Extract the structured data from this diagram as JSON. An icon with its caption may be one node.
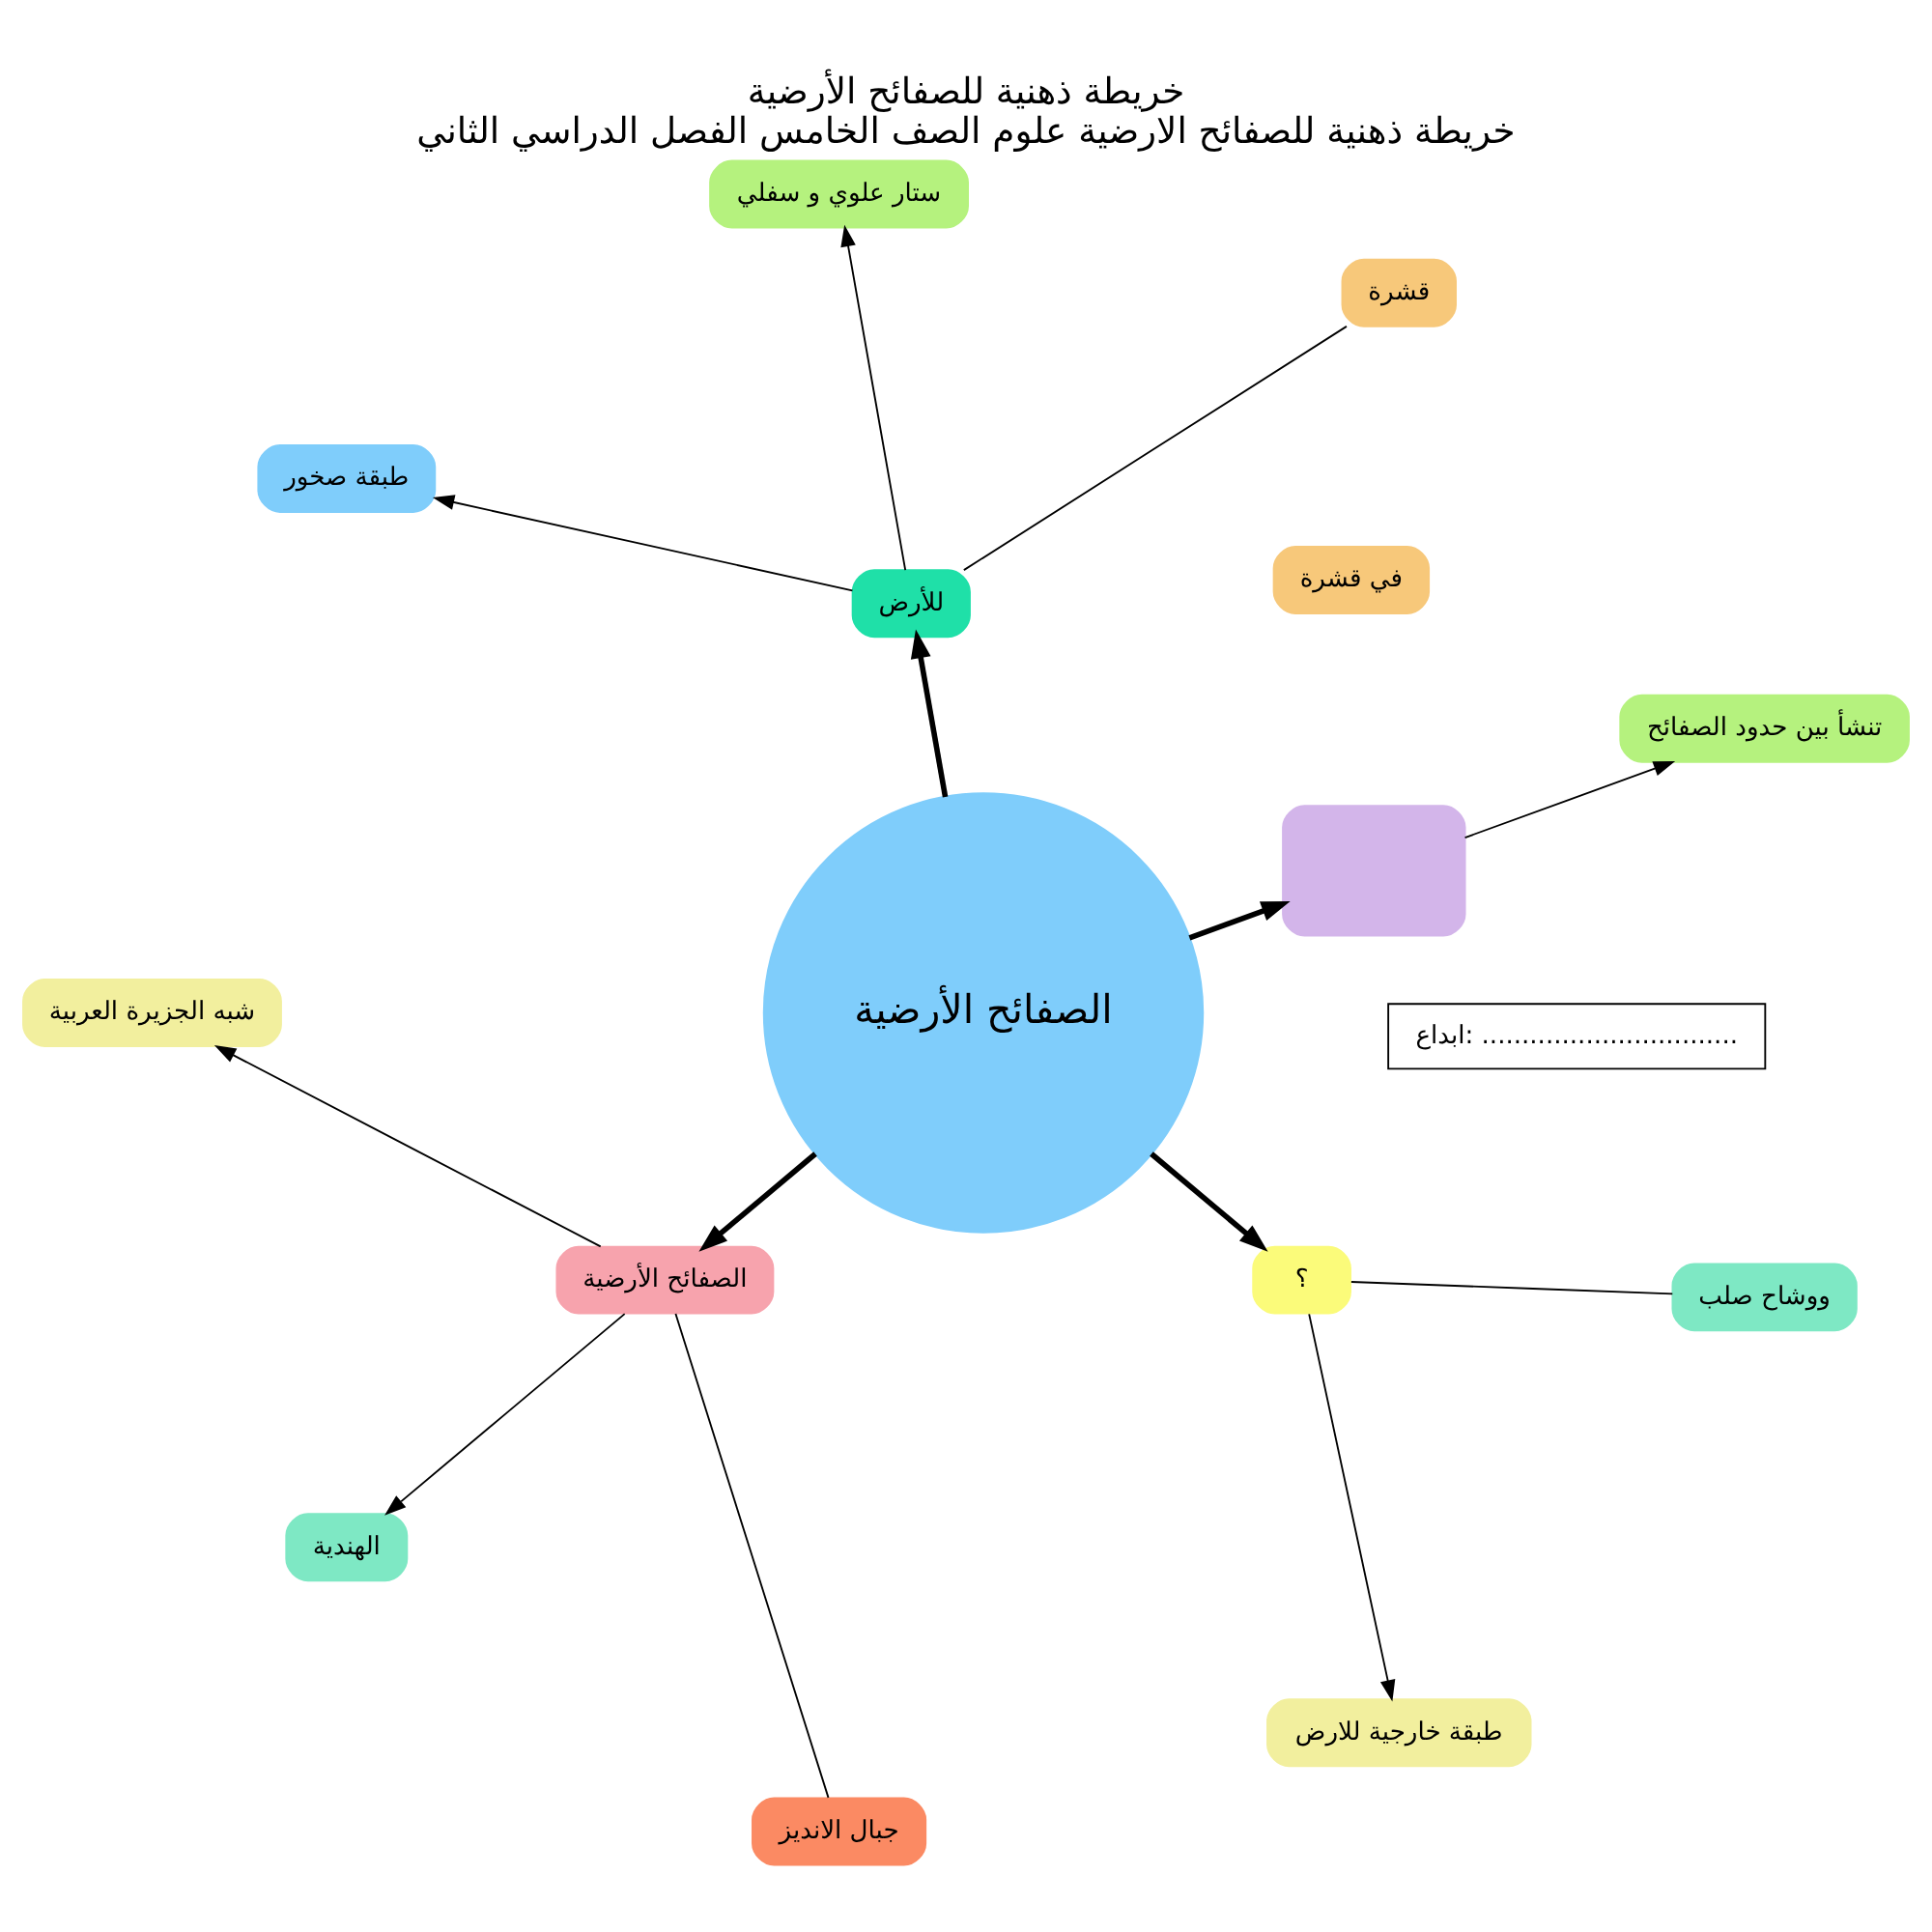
{
  "diagram": {
    "title": "خريطة ذهنية للصفائح الأرضية",
    "caption": "خريطة ذهنية للصفائح الارضية علوم الصف الخامس الفصل الدراسي الثاني",
    "nodes": [
      {
        "text": [
          "الصفائح الأرضية"
        ]
      },
      {
        "text": [],
        "shape": "box"
      },
      {
        "text": [
          "في قشرة"
        ]
      },
      {
        "text": [
          "تنشأ بين حدود الصفائح"
        ]
      },
      {
        "text": [
          "للأرض"
        ]
      },
      {
        "text": [
          "قشرة"
        ]
      },
      {
        "text": [
          "ستار علوي و سفلي"
        ]
      },
      {
        "text": [
          "طبقة صخور"
        ]
      },
      {
        "text": [
          "الصفائح الأرضية"
        ]
      },
      {
        "text": [
          "شبه الجزيرة العربية"
        ]
      },
      {
        "text": [
          "الهندية"
        ]
      },
      {
        "text": [
          "جبال الانديز"
        ]
      },
      {
        "text": [
          "؟"
        ]
      },
      {
        "text": [
          "طبقة خارجية للارض"
        ]
      },
      {
        "text": [
          "ووشاح صلب"
        ]
      },
      {
        "text": [
          "ابداع: ................................"
        ]
      }
    ],
    "edges": [
      {
        "from": 0,
        "to": 1,
        "arrow": "to",
        "style": "thick"
      },
      {
        "from": 0,
        "to": 4,
        "arrow": "to",
        "style": "thick"
      },
      {
        "from": 0,
        "to": 8,
        "arrow": "to",
        "style": "thick"
      },
      {
        "from": 0,
        "to": 12,
        "arrow": "to",
        "style": "thick"
      },
      {
        "from": 1,
        "to": 3,
        "arrow": "to"
      },
      {
        "from": 4,
        "to": 5,
        "arrow": "none"
      },
      {
        "from": 4,
        "to": 6,
        "arrow": "to"
      },
      {
        "from": 4,
        "to": 7,
        "arrow": "to"
      },
      {
        "from": 8,
        "to": 9,
        "arrow": "to"
      },
      {
        "from": 8,
        "to": 10,
        "arrow": "to"
      },
      {
        "from": 8,
        "to": 11,
        "arrow": "none"
      },
      {
        "from": 12,
        "to": 13,
        "arrow": "to"
      },
      {
        "from": 12,
        "to": 14,
        "arrow": "none"
      }
    ]
  }
}
